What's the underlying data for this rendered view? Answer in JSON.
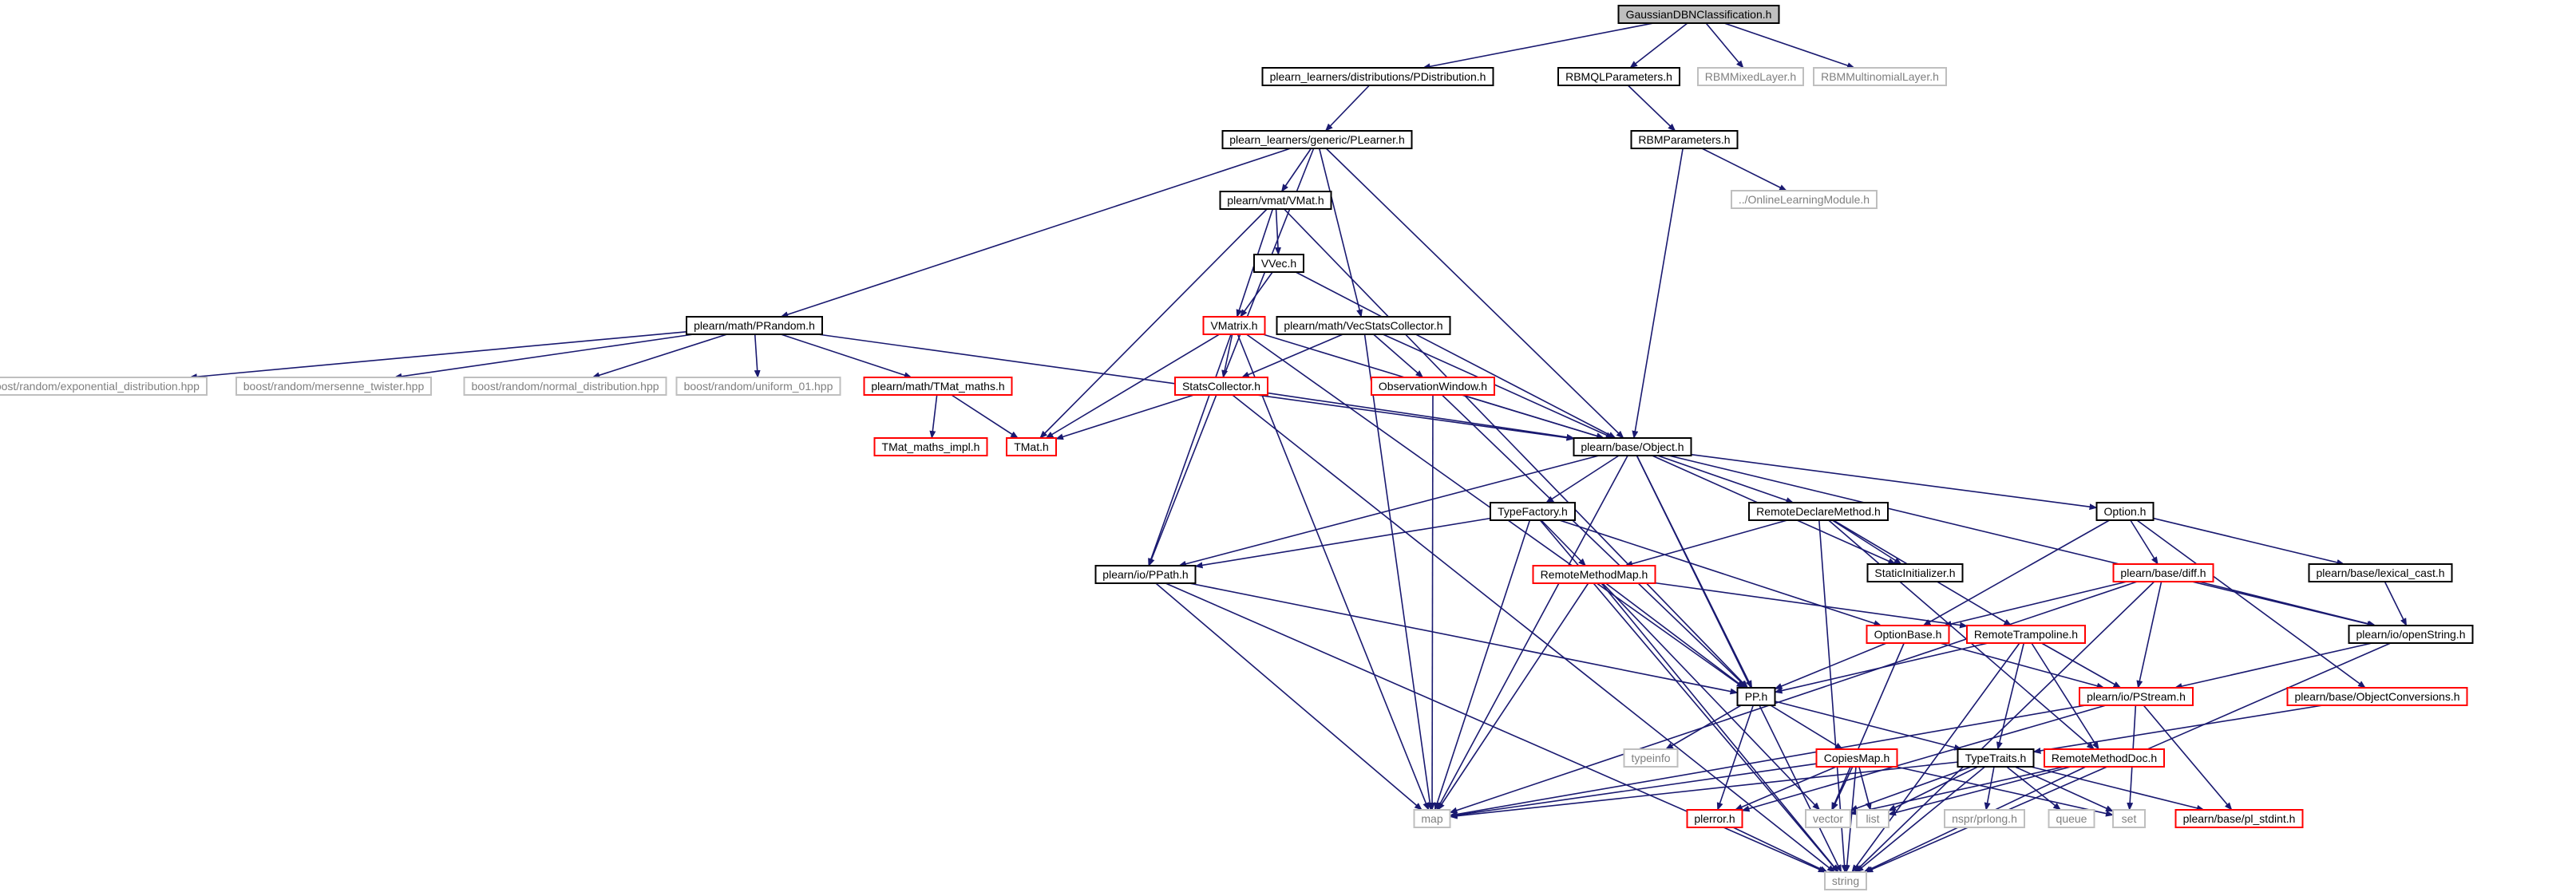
{
  "colors": {
    "edge": "#191970",
    "root_fill": "#bfbfbf",
    "root_border": "#000000",
    "documented_border": "#000000",
    "truncated_border": "#ff0000",
    "undocumented_border": "#bfbfbf",
    "undocumented_text": "#7f7f7f",
    "text": "#000000",
    "background": "#ffffff"
  },
  "nodes": [
    {
      "id": "root",
      "label": "GaussianDBNClassification.h",
      "style": "root"
    },
    {
      "id": "pdist",
      "label": "plearn_learners/distributions/PDistribution.h",
      "style": "doc"
    },
    {
      "id": "rbmql",
      "label": "RBMQLParameters.h",
      "style": "doc"
    },
    {
      "id": "rbmmixed",
      "label": "RBMMixedLayer.h",
      "style": "undoc"
    },
    {
      "id": "rbmmulti",
      "label": "RBMMultinomialLayer.h",
      "style": "undoc"
    },
    {
      "id": "plearner",
      "label": "plearn_learners/generic/PLearner.h",
      "style": "doc"
    },
    {
      "id": "rbmparams",
      "label": "RBMParameters.h",
      "style": "doc"
    },
    {
      "id": "online",
      "label": "../OnlineLearningModule.h",
      "style": "undoc"
    },
    {
      "id": "vmat",
      "label": "plearn/vmat/VMat.h",
      "style": "doc"
    },
    {
      "id": "vvec",
      "label": "VVec.h",
      "style": "doc"
    },
    {
      "id": "prandom",
      "label": "plearn/math/PRandom.h",
      "style": "doc"
    },
    {
      "id": "vmatrix",
      "label": "VMatrix.h",
      "style": "trunc"
    },
    {
      "id": "vecstats",
      "label": "plearn/math/VecStatsCollector.h",
      "style": "doc"
    },
    {
      "id": "bexp",
      "label": "boost/random/exponential_distribution.hpp",
      "style": "undoc"
    },
    {
      "id": "bmers",
      "label": "boost/random/mersenne_twister.hpp",
      "style": "undoc"
    },
    {
      "id": "bnorm",
      "label": "boost/random/normal_distribution.hpp",
      "style": "undoc"
    },
    {
      "id": "buni",
      "label": "boost/random/uniform_01.hpp",
      "style": "undoc"
    },
    {
      "id": "tmatmaths",
      "label": "plearn/math/TMat_maths.h",
      "style": "trunc"
    },
    {
      "id": "statscol",
      "label": "StatsCollector.h",
      "style": "trunc"
    },
    {
      "id": "obswin",
      "label": "ObservationWindow.h",
      "style": "trunc"
    },
    {
      "id": "tmatimpl",
      "label": "TMat_maths_impl.h",
      "style": "trunc"
    },
    {
      "id": "tmat",
      "label": "TMat.h",
      "style": "trunc"
    },
    {
      "id": "object",
      "label": "plearn/base/Object.h",
      "style": "doc"
    },
    {
      "id": "typefactory",
      "label": "TypeFactory.h",
      "style": "doc"
    },
    {
      "id": "remotedecl",
      "label": "RemoteDeclareMethod.h",
      "style": "doc"
    },
    {
      "id": "option",
      "label": "Option.h",
      "style": "doc"
    },
    {
      "id": "ppath",
      "label": "plearn/io/PPath.h",
      "style": "doc"
    },
    {
      "id": "remotemap",
      "label": "RemoteMethodMap.h",
      "style": "trunc"
    },
    {
      "id": "staticinit",
      "label": "StaticInitializer.h",
      "style": "doc"
    },
    {
      "id": "diff",
      "label": "plearn/base/diff.h",
      "style": "trunc"
    },
    {
      "id": "lexcast",
      "label": "plearn/base/lexical_cast.h",
      "style": "doc"
    },
    {
      "id": "optionbase",
      "label": "OptionBase.h",
      "style": "trunc"
    },
    {
      "id": "remotetramp",
      "label": "RemoteTrampoline.h",
      "style": "trunc"
    },
    {
      "id": "openstring",
      "label": "plearn/io/openString.h",
      "style": "doc"
    },
    {
      "id": "pp",
      "label": "PP.h",
      "style": "doc"
    },
    {
      "id": "pstream",
      "label": "plearn/io/PStream.h",
      "style": "trunc"
    },
    {
      "id": "objconv",
      "label": "plearn/base/ObjectConversions.h",
      "style": "trunc"
    },
    {
      "id": "typeinfo",
      "label": "typeinfo",
      "style": "undoc"
    },
    {
      "id": "copiesmap",
      "label": "CopiesMap.h",
      "style": "trunc"
    },
    {
      "id": "typetraits",
      "label": "TypeTraits.h",
      "style": "doc"
    },
    {
      "id": "remotedoc",
      "label": "RemoteMethodDoc.h",
      "style": "trunc"
    },
    {
      "id": "map",
      "label": "map",
      "style": "undoc"
    },
    {
      "id": "plerror",
      "label": "plerror.h",
      "style": "trunc"
    },
    {
      "id": "vector",
      "label": "vector",
      "style": "undoc"
    },
    {
      "id": "list",
      "label": "list",
      "style": "undoc"
    },
    {
      "id": "nspr",
      "label": "nspr/prlong.h",
      "style": "undoc"
    },
    {
      "id": "queue",
      "label": "queue",
      "style": "undoc"
    },
    {
      "id": "set",
      "label": "set",
      "style": "undoc"
    },
    {
      "id": "stdint",
      "label": "plearn/base/pl_stdint.h",
      "style": "trunc"
    },
    {
      "id": "string",
      "label": "string",
      "style": "undoc"
    }
  ],
  "edges": [
    [
      "root",
      "pdist"
    ],
    [
      "root",
      "rbmql"
    ],
    [
      "root",
      "rbmmixed"
    ],
    [
      "root",
      "rbmmulti"
    ],
    [
      "pdist",
      "plearner"
    ],
    [
      "rbmql",
      "rbmparams"
    ],
    [
      "rbmparams",
      "online"
    ],
    [
      "rbmparams",
      "object"
    ],
    [
      "plearner",
      "vmat"
    ],
    [
      "plearner",
      "prandom"
    ],
    [
      "plearner",
      "vecstats"
    ],
    [
      "plearner",
      "object"
    ],
    [
      "plearner",
      "ppath"
    ],
    [
      "vmat",
      "vvec"
    ],
    [
      "vmat",
      "vmatrix"
    ],
    [
      "vmat",
      "tmat"
    ],
    [
      "vmat",
      "pp"
    ],
    [
      "vvec",
      "vmatrix"
    ],
    [
      "vvec",
      "object"
    ],
    [
      "prandom",
      "bexp"
    ],
    [
      "prandom",
      "bmers"
    ],
    [
      "prandom",
      "bnorm"
    ],
    [
      "prandom",
      "buni"
    ],
    [
      "prandom",
      "tmatmaths"
    ],
    [
      "prandom",
      "object"
    ],
    [
      "tmatmaths",
      "tmatimpl"
    ],
    [
      "tmatmaths",
      "tmat"
    ],
    [
      "vmatrix",
      "statscol"
    ],
    [
      "vmatrix",
      "tmat"
    ],
    [
      "vmatrix",
      "object"
    ],
    [
      "vmatrix",
      "ppath"
    ],
    [
      "vmatrix",
      "pp"
    ],
    [
      "vmatrix",
      "map"
    ],
    [
      "vecstats",
      "statscol"
    ],
    [
      "vecstats",
      "obswin"
    ],
    [
      "vecstats",
      "object"
    ],
    [
      "vecstats",
      "map"
    ],
    [
      "statscol",
      "tmat"
    ],
    [
      "statscol",
      "object"
    ],
    [
      "statscol",
      "string"
    ],
    [
      "obswin",
      "object"
    ],
    [
      "obswin",
      "map"
    ],
    [
      "obswin",
      "pp"
    ],
    [
      "object",
      "typefactory"
    ],
    [
      "object",
      "remotedecl"
    ],
    [
      "object",
      "option"
    ],
    [
      "object",
      "ppath"
    ],
    [
      "object",
      "staticinit"
    ],
    [
      "object",
      "pp"
    ],
    [
      "object",
      "openstring"
    ],
    [
      "object",
      "map"
    ],
    [
      "object",
      "string"
    ],
    [
      "typefactory",
      "ppath"
    ],
    [
      "typefactory",
      "remotemap"
    ],
    [
      "typefactory",
      "optionbase"
    ],
    [
      "typefactory",
      "map"
    ],
    [
      "typefactory",
      "string"
    ],
    [
      "remotedecl",
      "remotemap"
    ],
    [
      "remotedecl",
      "staticinit"
    ],
    [
      "remotedecl",
      "remotetramp"
    ],
    [
      "remotedecl",
      "remotedoc"
    ],
    [
      "remotedecl",
      "string"
    ],
    [
      "option",
      "diff"
    ],
    [
      "option",
      "lexcast"
    ],
    [
      "option",
      "optionbase"
    ],
    [
      "option",
      "objconv"
    ],
    [
      "ppath",
      "pp"
    ],
    [
      "ppath",
      "map"
    ],
    [
      "ppath",
      "string"
    ],
    [
      "remotemap",
      "remotetramp"
    ],
    [
      "remotemap",
      "pp"
    ],
    [
      "remotemap",
      "map"
    ],
    [
      "remotemap",
      "vector"
    ],
    [
      "remotemap",
      "string"
    ],
    [
      "diff",
      "optionbase"
    ],
    [
      "diff",
      "openstring"
    ],
    [
      "diff",
      "pstream"
    ],
    [
      "diff",
      "map"
    ],
    [
      "diff",
      "string"
    ],
    [
      "lexcast",
      "openstring"
    ],
    [
      "optionbase",
      "pp"
    ],
    [
      "optionbase",
      "pstream"
    ],
    [
      "optionbase",
      "vector"
    ],
    [
      "remotetramp",
      "pp"
    ],
    [
      "remotetramp",
      "pstream"
    ],
    [
      "remotetramp",
      "typetraits"
    ],
    [
      "remotetramp",
      "remotedoc"
    ],
    [
      "remotetramp",
      "string"
    ],
    [
      "openstring",
      "pstream"
    ],
    [
      "openstring",
      "string"
    ],
    [
      "pp",
      "typeinfo"
    ],
    [
      "pp",
      "copiesmap"
    ],
    [
      "pp",
      "typetraits"
    ],
    [
      "pp",
      "plerror"
    ],
    [
      "pstream",
      "map"
    ],
    [
      "pstream",
      "set"
    ],
    [
      "pstream",
      "stdint"
    ],
    [
      "pstream",
      "plerror"
    ],
    [
      "objconv",
      "typetraits"
    ],
    [
      "copiesmap",
      "map"
    ],
    [
      "copiesmap",
      "plerror"
    ],
    [
      "copiesmap",
      "vector"
    ],
    [
      "copiesmap",
      "list"
    ],
    [
      "copiesmap",
      "set"
    ],
    [
      "copiesmap",
      "string"
    ],
    [
      "typetraits",
      "map"
    ],
    [
      "typetraits",
      "vector"
    ],
    [
      "typetraits",
      "list"
    ],
    [
      "typetraits",
      "nspr"
    ],
    [
      "typetraits",
      "queue"
    ],
    [
      "typetraits",
      "set"
    ],
    [
      "typetraits",
      "string"
    ],
    [
      "typetraits",
      "stdint"
    ],
    [
      "remotedoc",
      "list"
    ],
    [
      "remotedoc",
      "vector"
    ],
    [
      "remotedoc",
      "string"
    ],
    [
      "plerror",
      "string"
    ]
  ]
}
